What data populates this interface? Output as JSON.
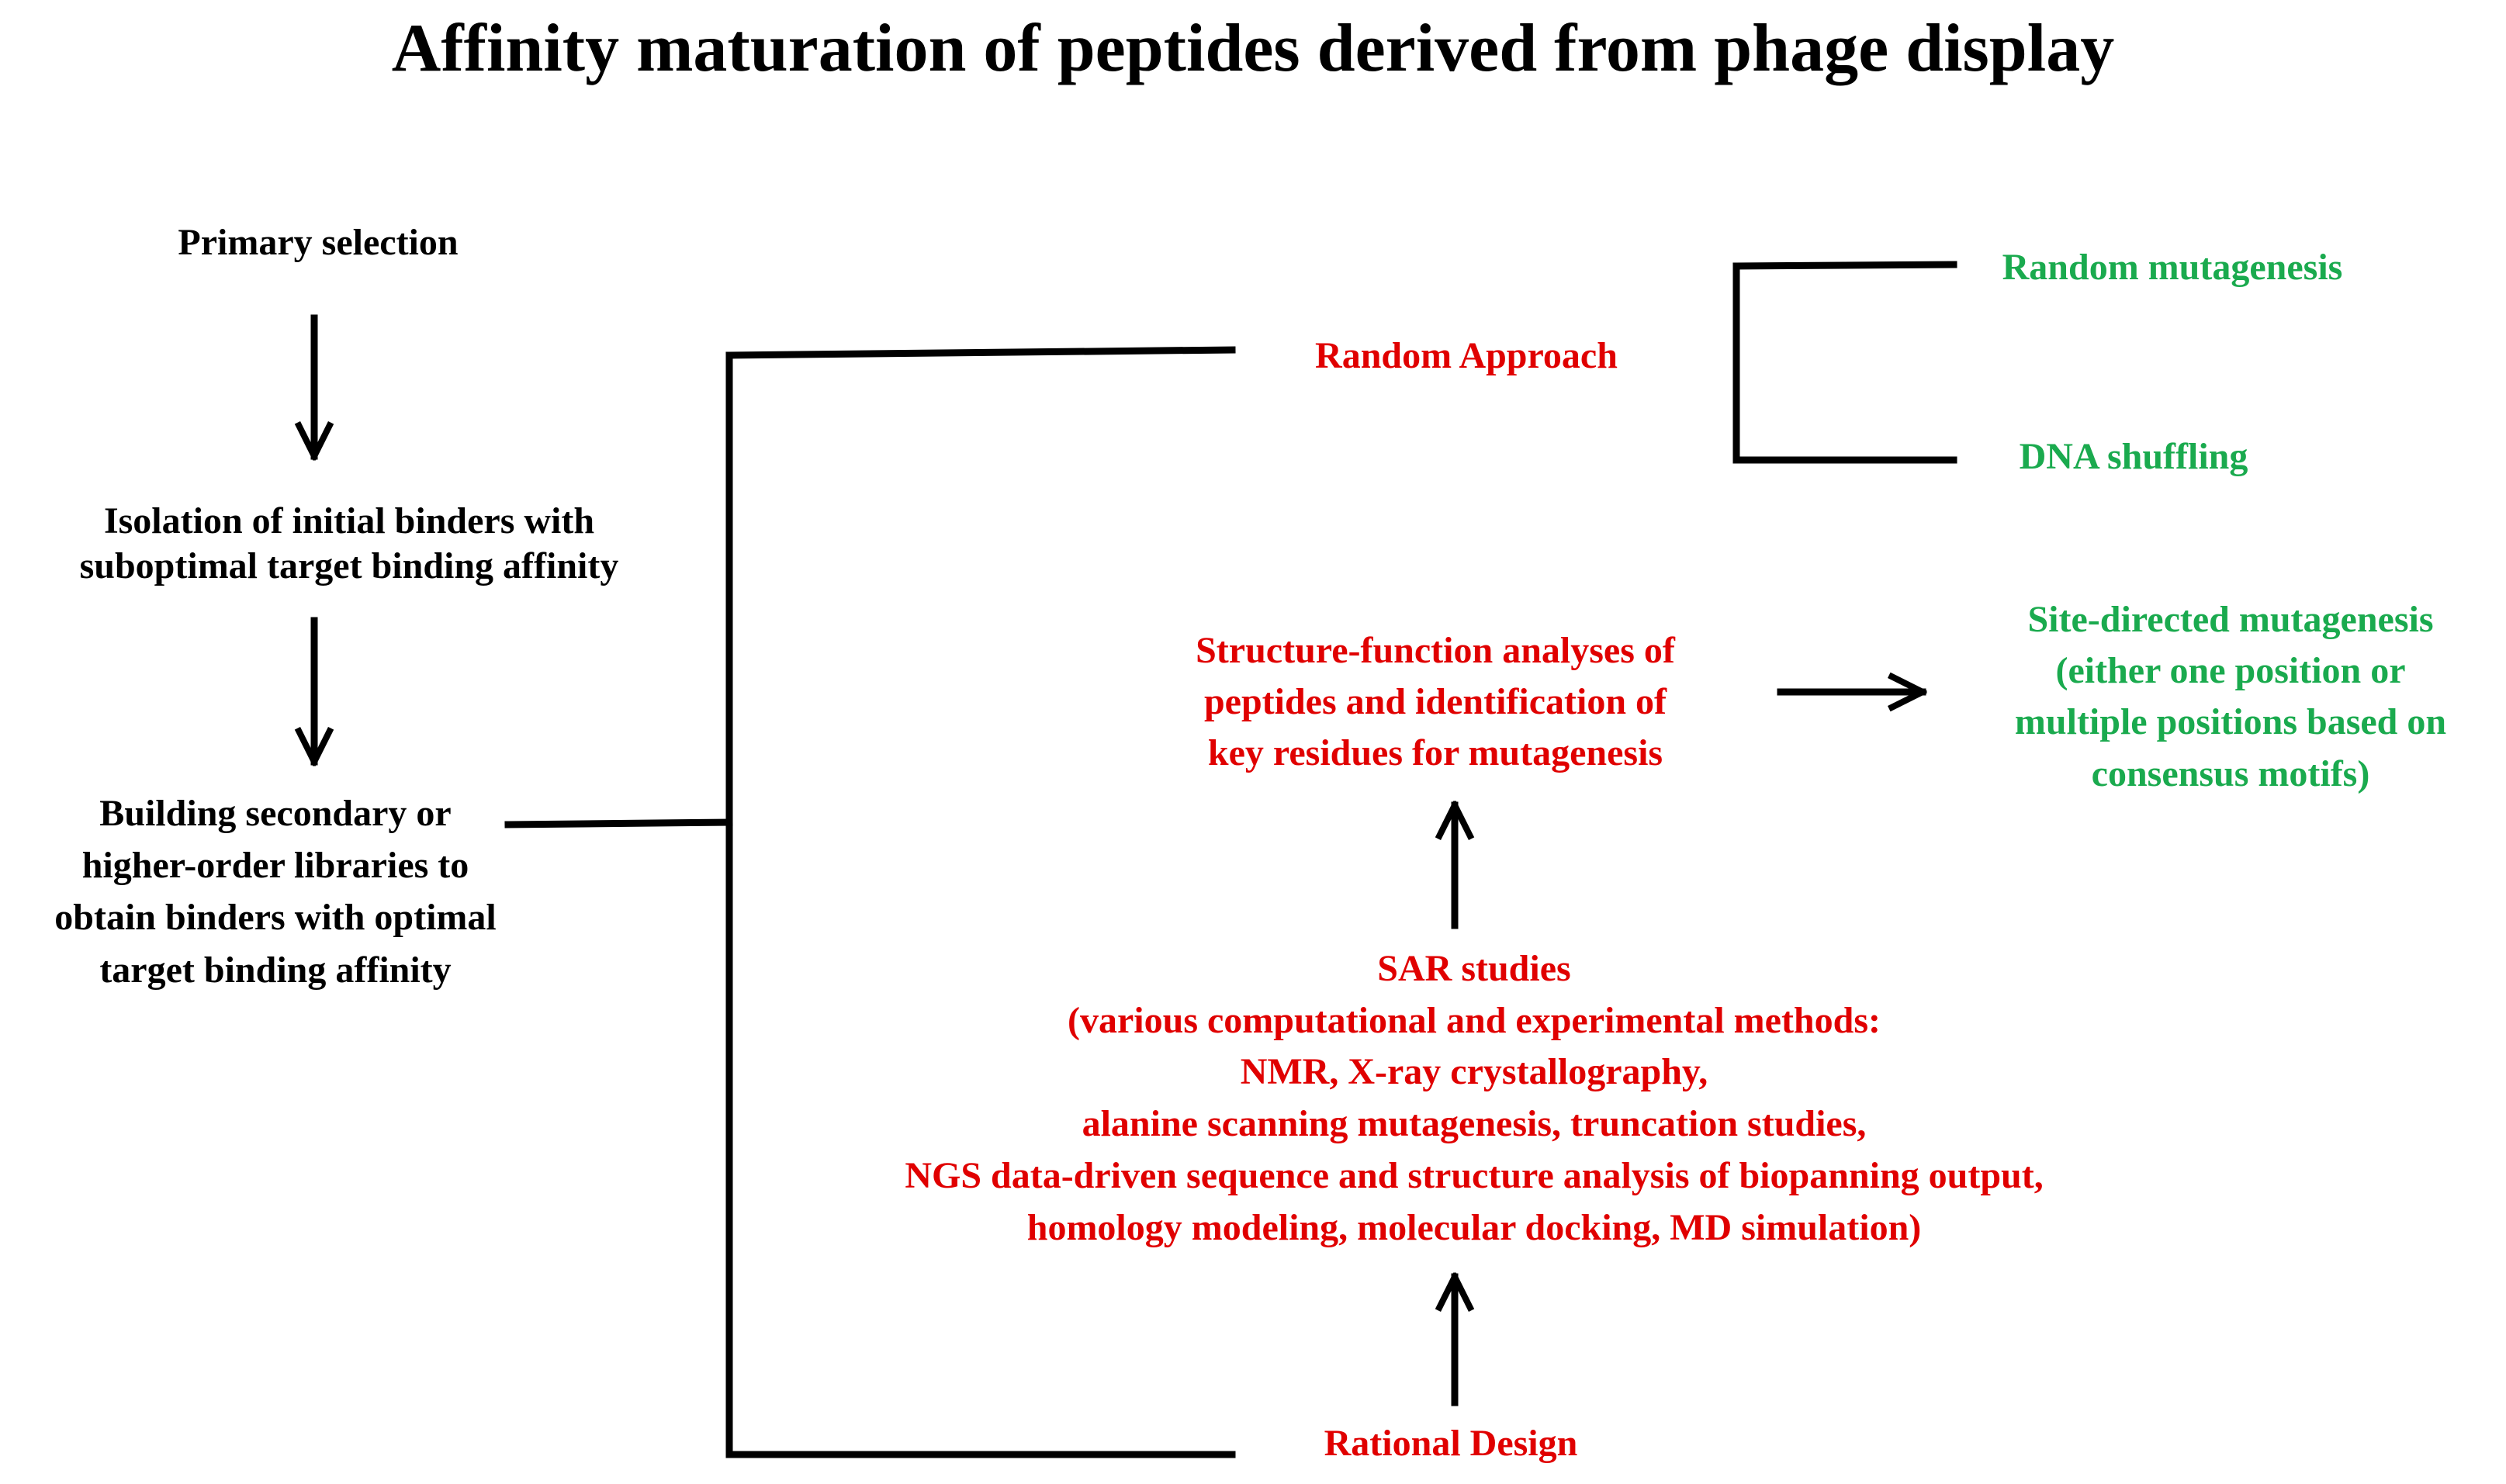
{
  "title": "Affinity maturation of peptides derived from phage display",
  "colors": {
    "black": "#000000",
    "red": "#e00000",
    "green": "#1aaa4e"
  },
  "left_column": {
    "primary_selection": "Primary selection",
    "isolation": [
      "Isolation of initial binders with",
      "suboptimal target binding affinity"
    ],
    "building": [
      "Building secondary or",
      "higher-order libraries to",
      "obtain binders with optimal",
      "target binding affinity"
    ]
  },
  "random_approach": {
    "label": "Random Approach",
    "methods": [
      "Random mutagenesis",
      "DNA shuffling"
    ]
  },
  "rational": {
    "structure_function": [
      "Structure-function analyses of",
      "peptides and identification of",
      "key residues for mutagenesis"
    ],
    "site_directed": [
      "Site-directed mutagenesis",
      "(either one position or",
      "multiple positions based on",
      "consensus motifs)"
    ],
    "sar": [
      "SAR studies",
      "(various computational and experimental methods:",
      "NMR, X-ray crystallography,",
      "alanine scanning mutagenesis, truncation studies,",
      "NGS data-driven sequence and structure analysis of biopanning output,",
      "homology modeling, molecular docking, MD simulation)"
    ],
    "rational_design": "Rational Design"
  }
}
